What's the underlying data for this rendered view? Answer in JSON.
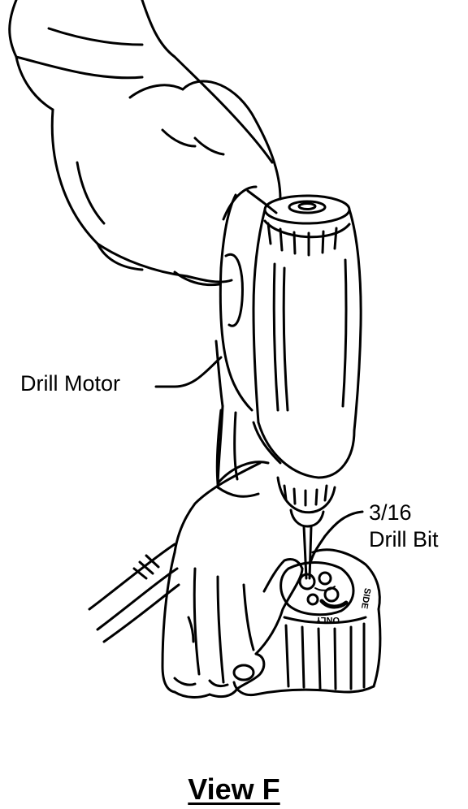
{
  "figure": {
    "labels": {
      "drill_motor": "Drill Motor",
      "bit_size": "3/16",
      "bit_name": "Drill Bit"
    },
    "caption": "View F",
    "part_markings": [
      "ONLY",
      "SIDE"
    ]
  },
  "colors": {
    "ink": "#000000",
    "background": "#ffffff"
  }
}
